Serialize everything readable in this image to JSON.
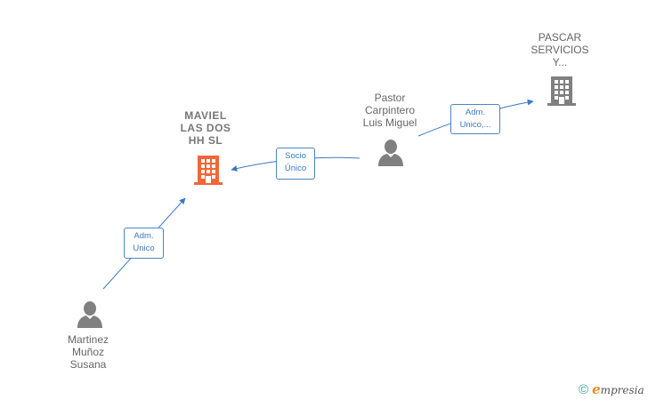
{
  "nodes": {
    "maviel": {
      "label": "MAVIEL\nLAS DOS\nHH  SL",
      "icon": "building-icon",
      "color": "#f2663a"
    },
    "pascar": {
      "label": "PASCAR\nSERVICIOS\nY...",
      "icon": "building-icon",
      "color": "#808080"
    },
    "pastor": {
      "label": "Pastor\nCarpintero\nLuis Miguel",
      "icon": "person-icon",
      "color": "#808080"
    },
    "martinez": {
      "label": "Martinez\nMuñoz\nSusana",
      "icon": "person-icon",
      "color": "#808080"
    }
  },
  "edges": {
    "pastor_maviel": "Socio\nÚnico",
    "pastor_pascar": "Adm.\nUnico,...",
    "martinez_maviel": "Adm.\nUnico"
  },
  "edge_color": "#3b7ac4",
  "footer": {
    "copyright": "©",
    "brand_initial": "e",
    "brand_rest": "mpresia"
  }
}
